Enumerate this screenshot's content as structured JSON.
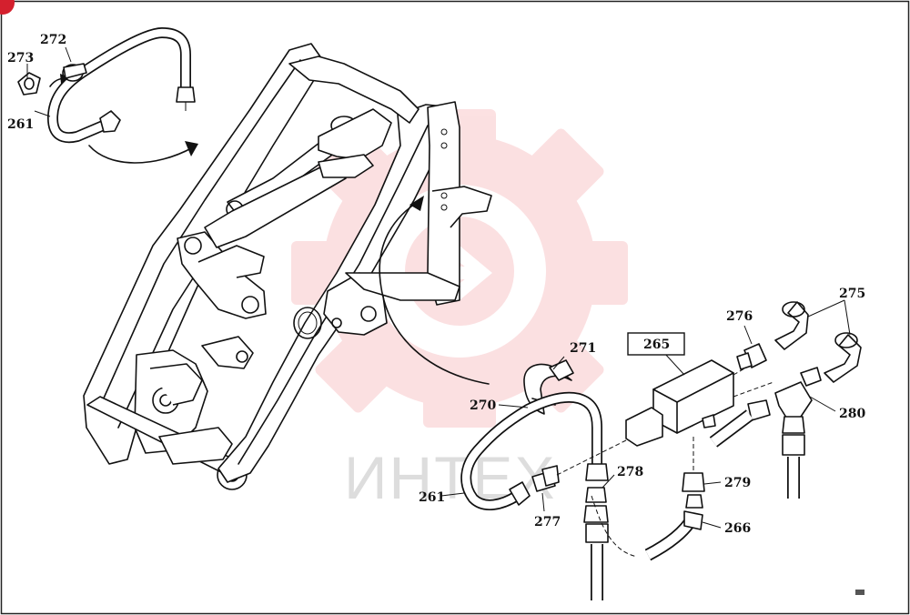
{
  "labels": {
    "l261a": "261",
    "l272": "272",
    "l273": "273",
    "l265": "265",
    "l271": "271",
    "l270": "270",
    "l276": "276",
    "l275": "275",
    "l280": "280",
    "l278": "278",
    "l279": "279",
    "l261b": "261",
    "l277": "277",
    "l266": "266"
  },
  "watermark": {
    "text": "ИНТЕХ",
    "color": "#e8353f"
  },
  "colors": {
    "line": "#111111",
    "frame": "#222222",
    "badge": "#d4202e"
  }
}
